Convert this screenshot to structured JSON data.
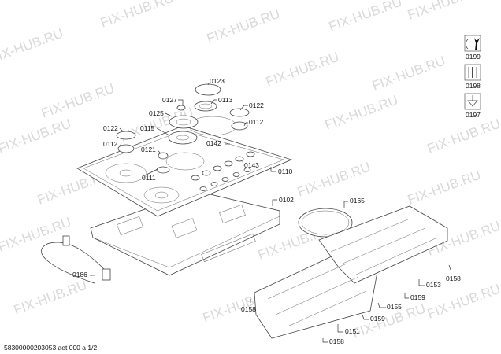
{
  "watermark": "FIX-HUB.RU",
  "labels": {
    "l0123": "0123",
    "l0127": "0127",
    "l0113": "0113",
    "l0122a": "0122",
    "l0125": "0125",
    "l0112a": "0112",
    "l0122b": "0122",
    "l0115": "0115",
    "l0112b": "0112",
    "l0142": "0142",
    "l0121": "0121",
    "l0143": "0143",
    "l0110": "0110",
    "l0111": "0111",
    "l0102": "0102",
    "l0165": "0165",
    "l0186": "0186",
    "l0153": "0153",
    "l0158a": "0158",
    "l0159a": "0159",
    "l0155": "0155",
    "l0158b": "0158",
    "l0159b": "0159",
    "l0151": "0151",
    "l0158c": "0158"
  },
  "side_icons": [
    {
      "label": "0199",
      "icon": "wrench-tool-icon"
    },
    {
      "label": "0198",
      "icon": "screws-icon"
    },
    {
      "label": "0197",
      "icon": "grease-icon"
    }
  ],
  "footer": "58300000203053 aet 000 a 1/2"
}
